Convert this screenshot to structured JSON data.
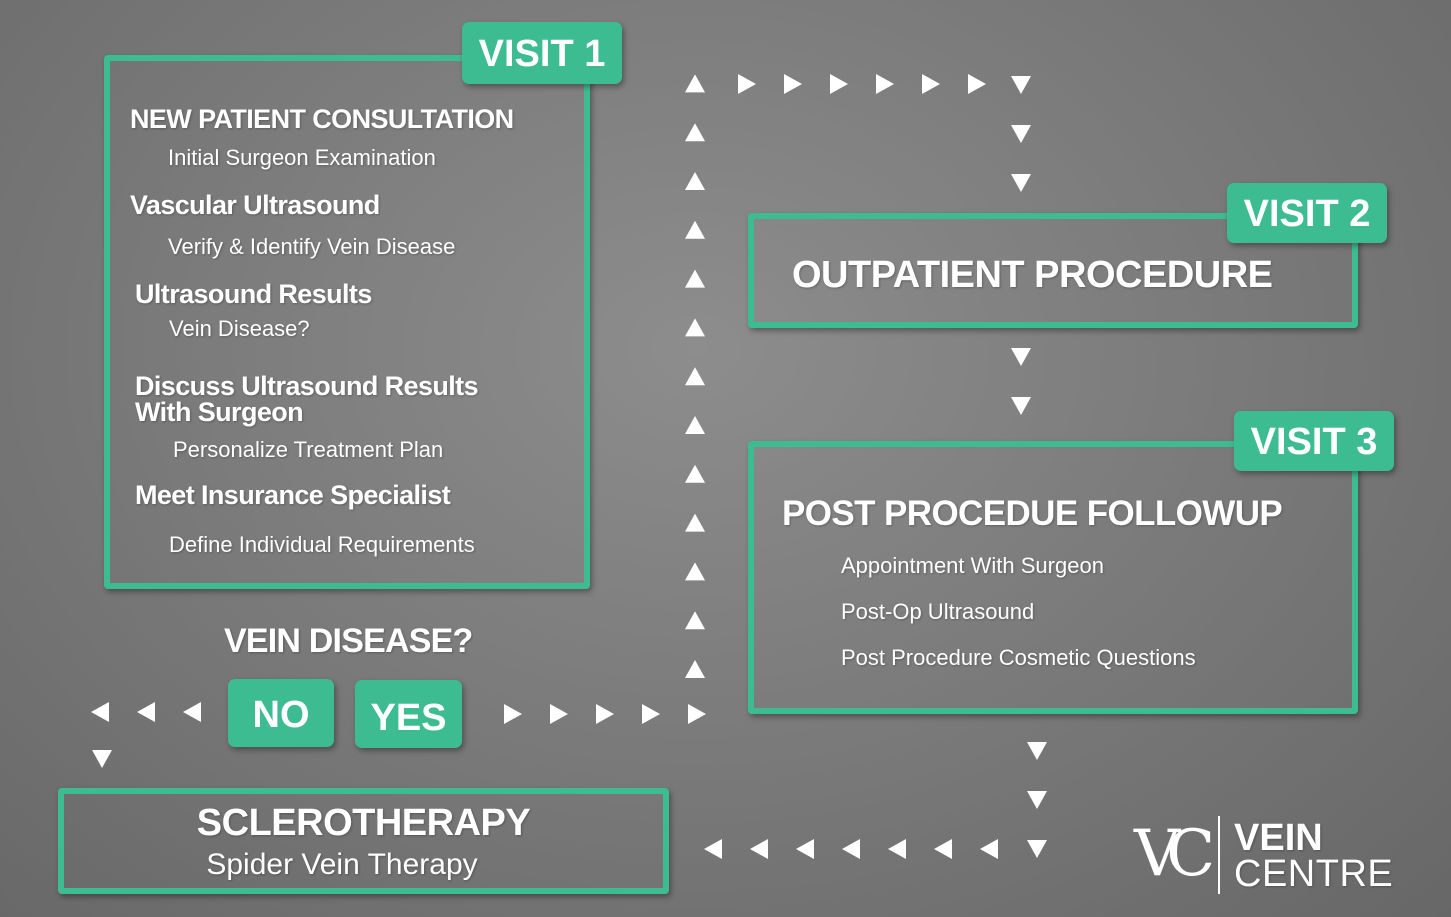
{
  "visit1": {
    "tag": "VISIT 1",
    "steps": [
      {
        "title": "NEW PATIENT CONSULTATION",
        "sub": "Initial Surgeon Examination"
      },
      {
        "title": "Vascular Ultrasound",
        "sub": "Verify & Identify Vein Disease"
      },
      {
        "title": "Ultrasound Results",
        "sub": "Vein Disease?"
      },
      {
        "title_line1": "Discuss Ultrasound Results",
        "title_line2": "With Surgeon",
        "sub": "Personalize Treatment Plan"
      },
      {
        "title": "Meet Insurance Specialist",
        "sub": "Define Individual Requirements"
      }
    ]
  },
  "decision": {
    "question": "VEIN DISEASE?",
    "no": "NO",
    "yes": "YES"
  },
  "visit2": {
    "tag": "VISIT 2",
    "title": "OUTPATIENT PROCEDURE"
  },
  "visit3": {
    "tag": "VISIT 3",
    "title": "POST PROCEDUE FOLLOWUP",
    "items": [
      "Appointment With Surgeon",
      "Post-Op Ultrasound",
      "Post Procedure Cosmetic Questions"
    ]
  },
  "sclerotherapy": {
    "title": "SCLEROTHERAPY",
    "sub": "Spider Vein Therapy"
  },
  "logo": {
    "mark": "VC",
    "line1": "VEIN",
    "line2": "CENTRE"
  },
  "colors": {
    "accent": "#3dbb91",
    "background": "#7c7c7c",
    "text": "#ffffff"
  }
}
